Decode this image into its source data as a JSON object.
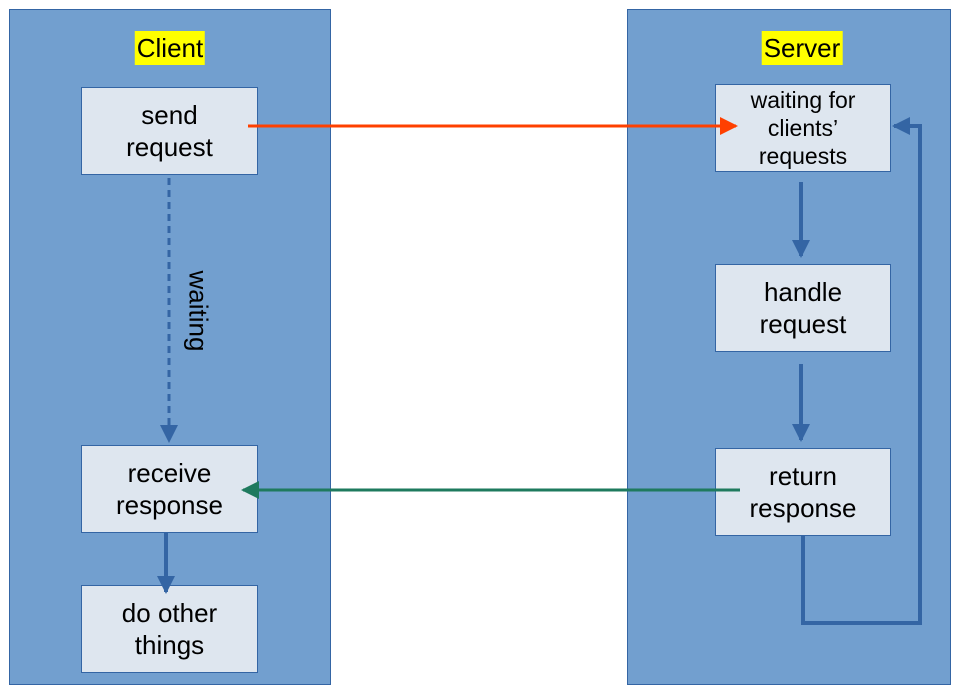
{
  "client": {
    "title": "Client",
    "send_request": "send\nrequest",
    "waiting": "waiting",
    "receive_response": "receive\nresponse",
    "do_other_things": "do other\nthings"
  },
  "server": {
    "title": "Server",
    "waiting_for_requests": "waiting for\nclients’\nrequests",
    "handle_request": "handle\nrequest",
    "return_response": "return\nresponse"
  },
  "colors": {
    "panel": "#729fcf",
    "box": "#dee6ef",
    "title_highlight": "#ffff00",
    "flow_arrow": "#3465a4",
    "request_arrow": "#ff4000",
    "response_arrow": "#1e7a5e"
  }
}
